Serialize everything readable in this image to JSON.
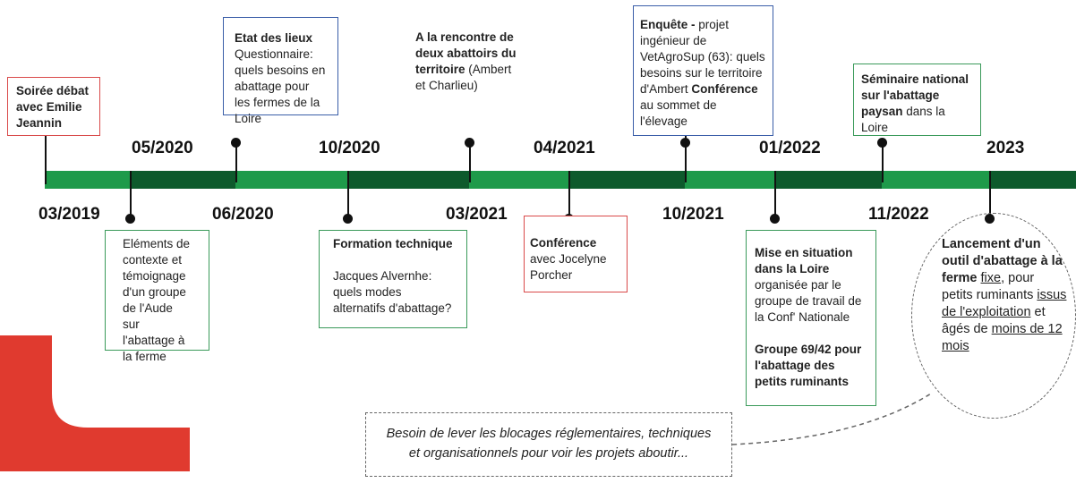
{
  "timeline": {
    "dates_above": [
      "05/2020",
      "10/2020",
      "04/2021",
      "01/2022",
      "2023"
    ],
    "dates_below": [
      "03/2019",
      "06/2020",
      "03/2021",
      "10/2021",
      "11/2022"
    ]
  },
  "events": {
    "soiree": {
      "bold": "Soirée débat avec Emilie Jeannin"
    },
    "etat": {
      "bold": "Etat des lieux",
      "text": "Questionnaire: quels besoins en abattage pour les fermes de la Loire"
    },
    "rencontre": {
      "bold": "A la rencontre de deux abattoirs du territoire",
      "text": " (Ambert et Charlieu)"
    },
    "enquete": {
      "bold1": "Enquête - ",
      "text1": "projet ingénieur de VetAgroSup (63): quels besoins sur le territoire d'Ambert ",
      "bold2": "Conférence",
      "text2": " au sommet de l'élevage"
    },
    "seminaire": {
      "bold": "Séminaire national sur l'abattage paysan",
      "text": " dans la Loire"
    },
    "elements": {
      "text": "Eléments de contexte et témoignage d'un groupe de l'Aude sur l'abattage à la ferme"
    },
    "formation": {
      "bold": "Formation technique",
      "text": "Jacques Alvernhe: quels modes alternatifs d'abattage?"
    },
    "conference": {
      "bold": "Conférence",
      "text": " avec Jocelyne Porcher"
    },
    "mise": {
      "bold1": "Mise en situation dans la Loire",
      "text1": " organisée par le groupe de travail de la Conf' Nationale",
      "bold2": "Groupe 69/42 pour l'abattage des petits ruminants"
    },
    "lancement": {
      "bold": "Lancement d'un outil d'abattage à la ferme",
      "u1": "fixe",
      "t1": ", pour petits ruminants ",
      "u2": "issus de l'exploitation",
      "t2": " et âgés de ",
      "u3": "moins de 12 mois"
    }
  },
  "note": {
    "line1": "Besoin de lever les blocages réglementaires, techniques",
    "line2": "et organisationnels pour voir les projets aboutir..."
  },
  "colors": {
    "bar_light": "#1e9a4a",
    "bar_dark": "#0d5a2c",
    "logo_red": "#e03a2f",
    "red_border": "#d94a4a",
    "blue_border": "#3a5ea8",
    "green_border": "#3a9a5a"
  }
}
